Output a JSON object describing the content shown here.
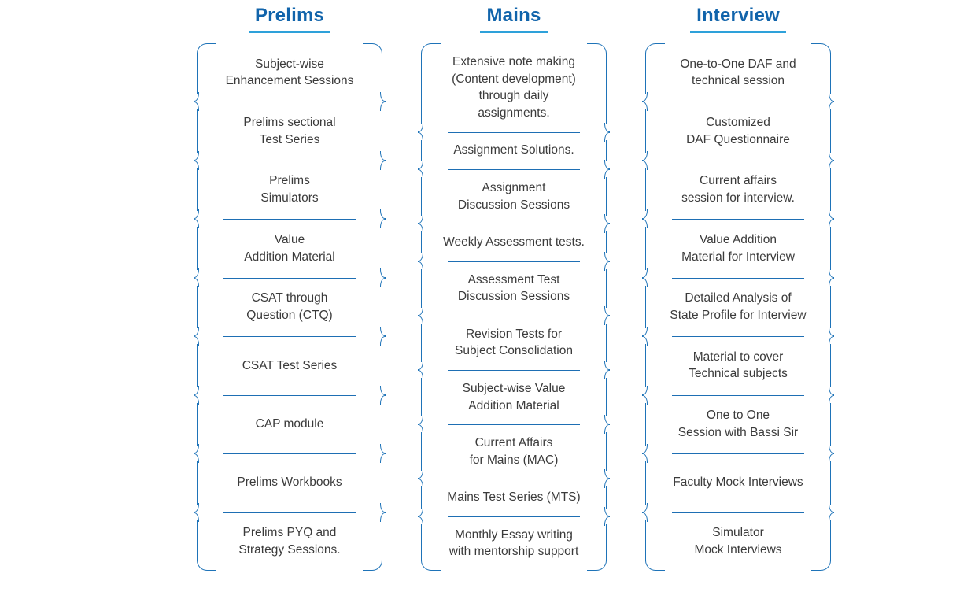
{
  "colors": {
    "bracket_blue": "#1e73b8",
    "separator_blue": "#1e6fb4",
    "header_blue": "#1164ab",
    "header_underline_blue": "#2ea1da",
    "body_text_gray": "#3b3b3b",
    "background": "#ffffff"
  },
  "columns": [
    {
      "title": "Prelims",
      "items": [
        {
          "label": "Subject-wise\nEnhancement Sessions"
        },
        {
          "label": "Prelims sectional\nTest Series"
        },
        {
          "label": "Prelims\nSimulators"
        },
        {
          "label": "Value\nAddition Material"
        },
        {
          "label": "CSAT through\nQuestion (CTQ)"
        },
        {
          "label": "CSAT Test Series"
        },
        {
          "label": "CAP module"
        },
        {
          "label": "Prelims Workbooks"
        },
        {
          "label": "Prelims PYQ and\nStrategy Sessions."
        }
      ]
    },
    {
      "title": "Mains",
      "items": [
        {
          "label": "Extensive note making\n(Content development)\nthrough daily\nassignments."
        },
        {
          "label": "Assignment Solutions."
        },
        {
          "label": "Assignment\nDiscussion Sessions"
        },
        {
          "label": "Weekly Assessment tests."
        },
        {
          "label": "Assessment Test\nDiscussion Sessions"
        },
        {
          "label": "Revision Tests for\nSubject Consolidation"
        },
        {
          "label": "Subject-wise Value\nAddition Material"
        },
        {
          "label": "Current Affairs\nfor Mains (MAC)"
        },
        {
          "label": "Mains Test Series (MTS)"
        },
        {
          "label": "Monthly Essay writing\nwith mentorship support"
        }
      ]
    },
    {
      "title": "Interview",
      "items": [
        {
          "label": "One-to-One DAF and\ntechnical session"
        },
        {
          "label": "Customized\nDAF Questionnaire"
        },
        {
          "label": "Current affairs\nsession for interview."
        },
        {
          "label": "Value Addition\nMaterial for Interview"
        },
        {
          "label": "Detailed Analysis of\nState Profile for Interview"
        },
        {
          "label": "Material to cover\nTechnical subjects"
        },
        {
          "label": "One to One\nSession with Bassi Sir"
        },
        {
          "label": "Faculty Mock Interviews"
        },
        {
          "label": "Simulator\nMock Interviews"
        }
      ]
    }
  ]
}
